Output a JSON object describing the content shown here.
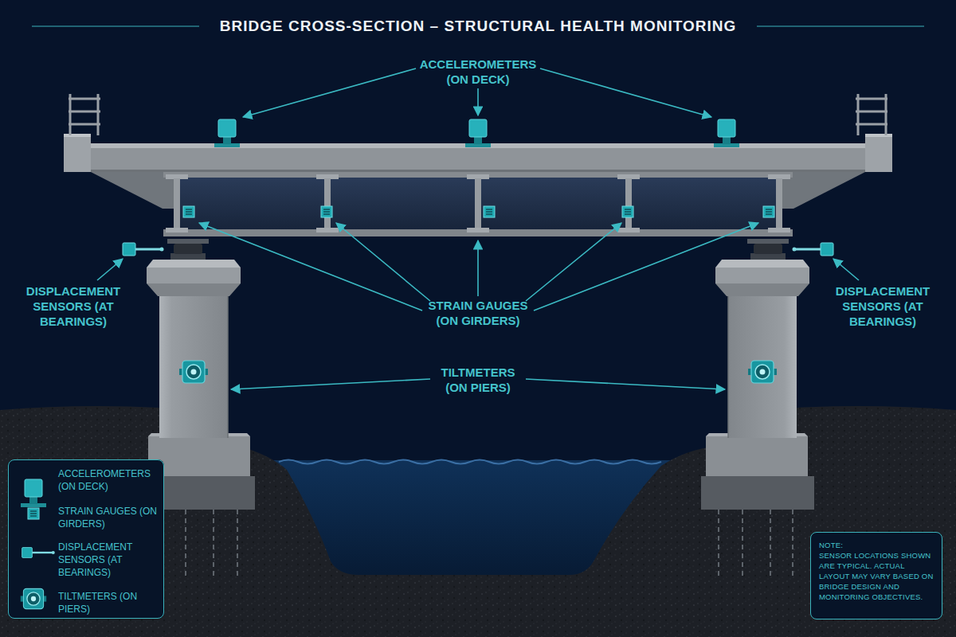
{
  "diagram": {
    "title": "BRIDGE CROSS-SECTION – STRUCTURAL HEALTH MONITORING",
    "nodes": [
      {
        "text": [
          "NOTE:",
          "SENSOR LOCATIONS SHOWN ARE TYPICAL. ACTUAL LAYOUT MAY VARY BASED ON BRIDGE DESIGN AND MONITORING OBJECTIVES."
        ]
      }
    ],
    "labels": [
      "ACCELEROMETERS (ON DECK)",
      "DISPLACEMENT SENSORS (AT BEARINGS)",
      "STRAIN GAUGES (ON GIRDERS)",
      "DISPLACEMENT SENSORS (AT BEARINGS)",
      "TILTMETERS (ON PIERS)"
    ],
    "legend": [
      {
        "text": "ACCELEROMETERS (ON DECK)"
      },
      {
        "text": "STRAIN GAUGES (ON GIRDERS)"
      },
      {
        "text": "DISPLACEMENT SENSORS (AT BEARINGS)"
      },
      {
        "text": "TILTMETERS (ON PIERS)"
      }
    ]
  }
}
